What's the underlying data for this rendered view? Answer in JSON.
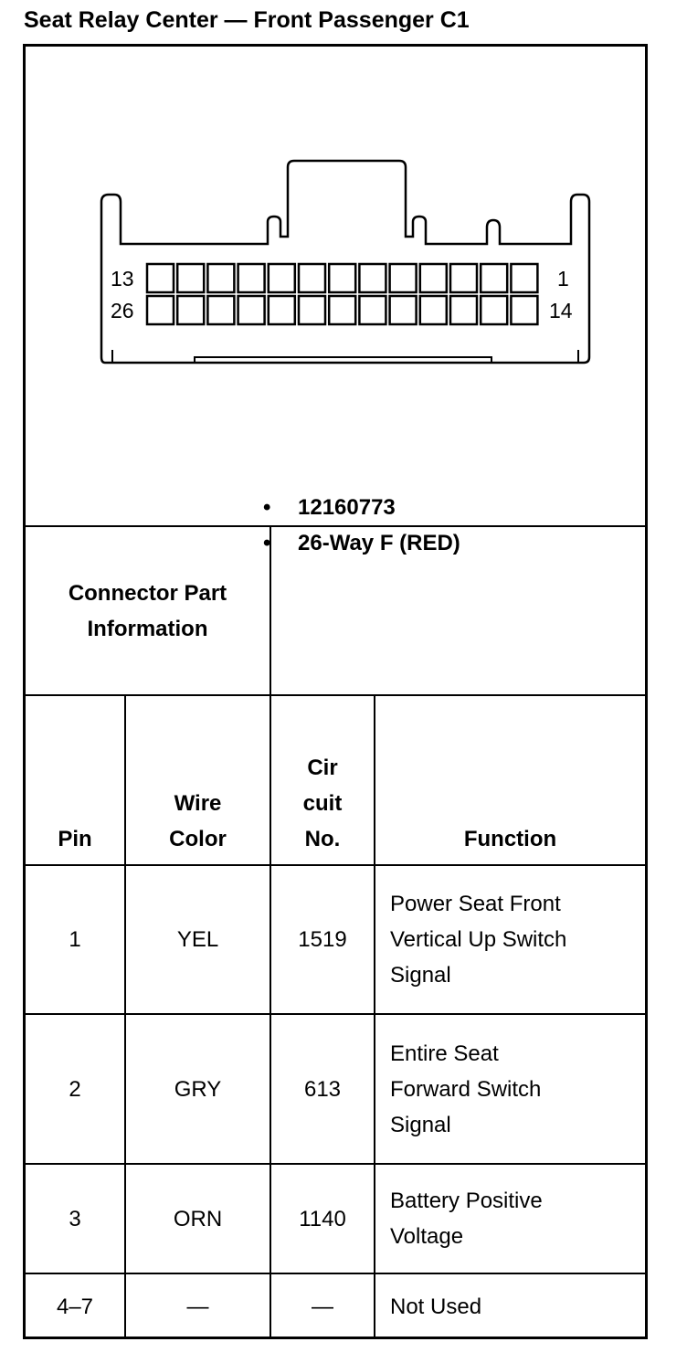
{
  "title": "Seat Relay Center — Front Passenger C1",
  "connector": {
    "pin_labels": {
      "top_left": "13",
      "top_right": "1",
      "bottom_left": "26",
      "bottom_right": "14"
    },
    "cavities_per_row": 13,
    "rows": 2
  },
  "part_info": {
    "label_line1": "Connector Part",
    "label_line2": "Information",
    "items": [
      {
        "bullet": "•",
        "text": "12160773"
      },
      {
        "bullet": "•",
        "text": "26-Way F (RED)"
      }
    ]
  },
  "table": {
    "headers": {
      "pin": [
        "Pin"
      ],
      "wire_color": [
        "Wire",
        "Color"
      ],
      "circuit": [
        "Cir",
        "cuit",
        "No."
      ],
      "function": [
        "Function"
      ]
    },
    "rows": [
      {
        "pin": "1",
        "color": "YEL",
        "circuit": "1519",
        "function": [
          "Power Seat Front",
          "Vertical Up Switch",
          "Signal"
        ]
      },
      {
        "pin": "2",
        "color": "GRY",
        "circuit": "613",
        "function": [
          "Entire Seat",
          "Forward Switch",
          "Signal"
        ]
      },
      {
        "pin": "3",
        "color": "ORN",
        "circuit": "1140",
        "function": [
          "Battery Positive",
          "Voltage"
        ]
      },
      {
        "pin": "4–7",
        "color": "—",
        "circuit": "—",
        "function": [
          "Not Used"
        ]
      }
    ]
  }
}
